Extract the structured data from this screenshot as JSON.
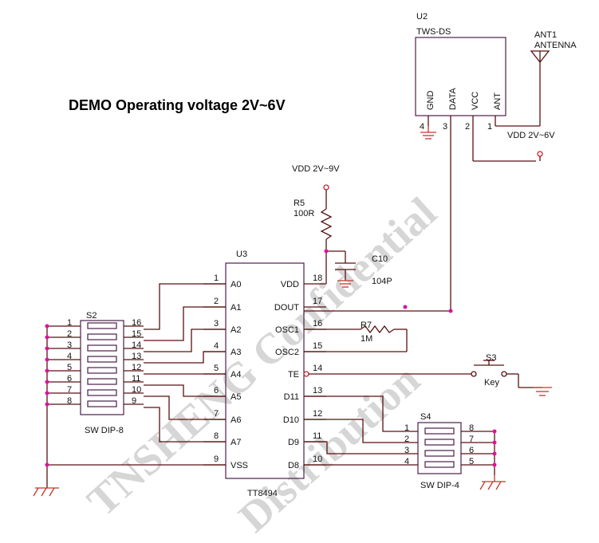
{
  "title": "DEMO Operating voltage 2V~6V",
  "watermark": [
    "TNSHENG Confidential",
    "Distribution"
  ],
  "u2": {
    "ref": "U2",
    "part": "TWS-DS",
    "pins": [
      {
        "name": "GND",
        "num": "4"
      },
      {
        "name": "DATA",
        "num": "3"
      },
      {
        "name": "VCC",
        "num": "2"
      },
      {
        "name": "ANT",
        "num": "1"
      }
    ]
  },
  "antenna": {
    "ref": "ANT1",
    "value": "ANTENNA"
  },
  "vdd_rf": "VDD 2V~6V",
  "vdd_enc": "VDD 2V~9V",
  "r5": {
    "ref": "R5",
    "value": "100R"
  },
  "c10": {
    "ref": "C10",
    "value": "104P"
  },
  "r7": {
    "ref": "R7",
    "value": "1M"
  },
  "s3": {
    "ref": "S3",
    "value": "Key"
  },
  "u3": {
    "ref": "U3",
    "part": "TT8494",
    "left_pins": [
      {
        "num": "1",
        "name": "A0"
      },
      {
        "num": "2",
        "name": "A1"
      },
      {
        "num": "3",
        "name": "A2"
      },
      {
        "num": "4",
        "name": "A3"
      },
      {
        "num": "5",
        "name": "A4"
      },
      {
        "num": "6",
        "name": "A5"
      },
      {
        "num": "7",
        "name": "A6"
      },
      {
        "num": "8",
        "name": "A7"
      },
      {
        "num": "9",
        "name": "VSS"
      }
    ],
    "right_pins": [
      {
        "num": "18",
        "name": "VDD"
      },
      {
        "num": "17",
        "name": "DOUT"
      },
      {
        "num": "16",
        "name": "OSC1"
      },
      {
        "num": "15",
        "name": "OSC2"
      },
      {
        "num": "14",
        "name": "TE"
      },
      {
        "num": "13",
        "name": "D11"
      },
      {
        "num": "12",
        "name": "D10"
      },
      {
        "num": "11",
        "name": "D9"
      },
      {
        "num": "10",
        "name": "D8"
      }
    ]
  },
  "s2": {
    "ref": "S2",
    "part": "SW DIP-8",
    "left_nums": [
      "1",
      "2",
      "3",
      "4",
      "5",
      "6",
      "7",
      "8"
    ],
    "right_nums": [
      "16",
      "15",
      "14",
      "13",
      "12",
      "11",
      "10",
      "9"
    ]
  },
  "s4": {
    "ref": "S4",
    "part": "SW DIP-4",
    "left_nums": [
      "1",
      "2",
      "3",
      "4"
    ],
    "right_nums": [
      "8",
      "7",
      "6",
      "5"
    ]
  }
}
